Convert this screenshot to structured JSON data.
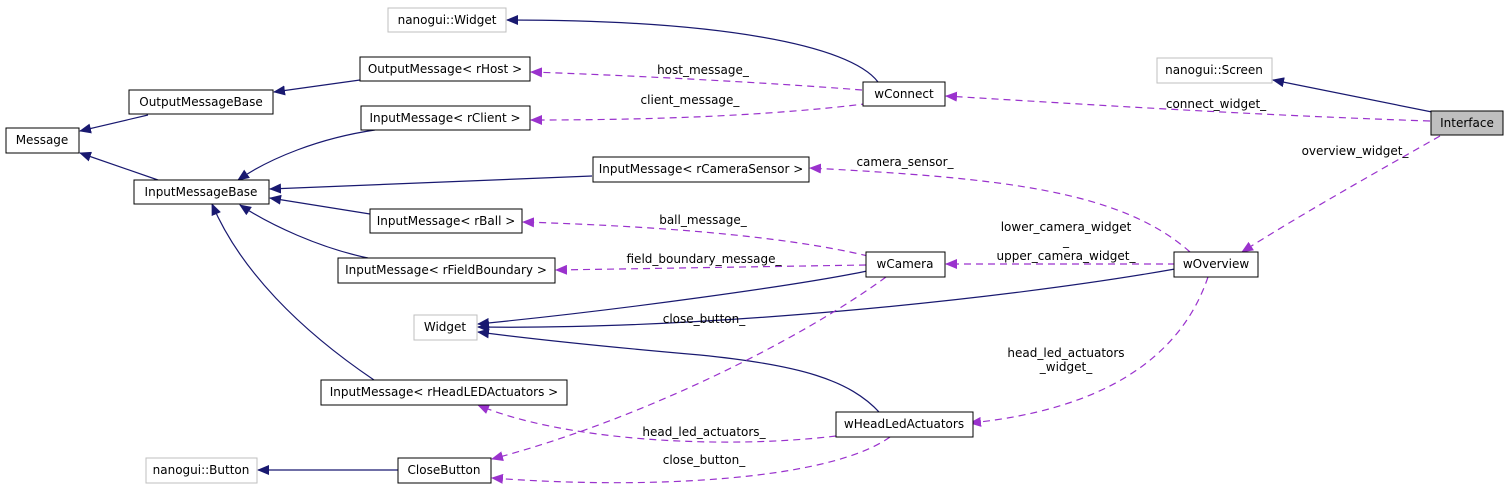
{
  "nodes": {
    "nanogui_widget": "nanogui::Widget",
    "output_message_rhost": "OutputMessage< rHost >",
    "output_message_base": "OutputMessageBase",
    "message": "Message",
    "input_message_rclient": "InputMessage< rClient >",
    "input_message_base": "InputMessageBase",
    "input_message_rcamerasensor": "InputMessage< rCameraSensor >",
    "input_message_rball": "InputMessage< rBall >",
    "input_message_rfieldboundary": "InputMessage< rFieldBoundary >",
    "widget": "Widget",
    "input_message_rheadledactuators": "InputMessage< rHeadLEDActuators >",
    "nanogui_button": "nanogui::Button",
    "close_button": "CloseButton",
    "wconnect": "wConnect",
    "wcamera": "wCamera",
    "wheadledactuators": "wHeadLedActuators",
    "nanogui_screen": "nanogui::Screen",
    "interface": "Interface",
    "woverview": "wOverview"
  },
  "edge_labels": {
    "host_message": "host_message_",
    "client_message": "client_message_",
    "connect_widget": "connect_widget_",
    "overview_widget": "overview_widget_",
    "camera_sensor": "camera_sensor_",
    "ball_message": "ball_message_",
    "lower_camera_widget_1": "lower_camera_widget",
    "lower_camera_widget_2": "_",
    "upper_camera_widget": "upper_camera_widget_",
    "field_boundary_message": "field_boundary_message_",
    "close_button_widget": "close_button_",
    "head_led_actuators_widget_1": "head_led_actuators",
    "head_led_actuators_widget_2": "_widget_",
    "head_led_actuators": "head_led_actuators_",
    "close_button_led": "close_button_"
  },
  "colors": {
    "inheritance_edge": "#191970",
    "usage_edge": "#9a32cd",
    "external_class_border": "#bfbfbf",
    "current_class_fill": "#bfbfbf"
  }
}
